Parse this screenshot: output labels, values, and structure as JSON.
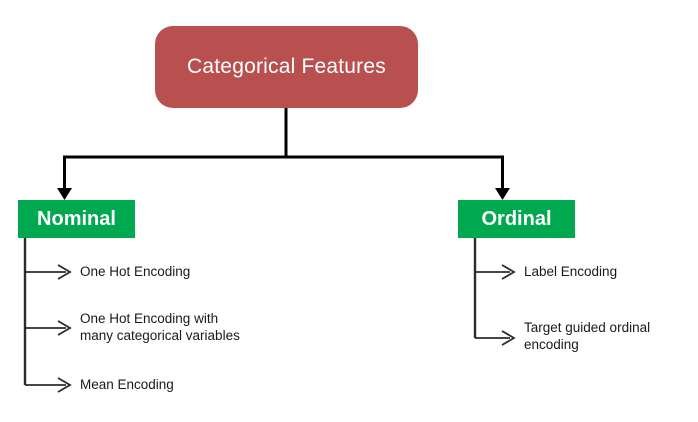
{
  "diagram": {
    "title": "Categorical Features",
    "colors": {
      "root_fill": "#b95050",
      "branch_fill": "#00a94f",
      "connector": "#000000",
      "node_text": "#ffffff",
      "leaf_text": "#1a1a1a",
      "background": "#ffffff"
    },
    "root": {
      "label": "Categorical Features",
      "shape": "rounded-rectangle"
    },
    "branches": [
      {
        "id": "nominal",
        "label": "Nominal",
        "shape": "rectangle",
        "leaves": [
          {
            "label": "One Hot Encoding"
          },
          {
            "label": "One Hot Encoding with\nmany categorical variables"
          },
          {
            "label": "Mean Encoding"
          }
        ]
      },
      {
        "id": "ordinal",
        "label": "Ordinal",
        "shape": "rectangle",
        "leaves": [
          {
            "label": "Label Encoding"
          },
          {
            "label": "Target guided ordinal\nencoding"
          }
        ]
      }
    ]
  }
}
